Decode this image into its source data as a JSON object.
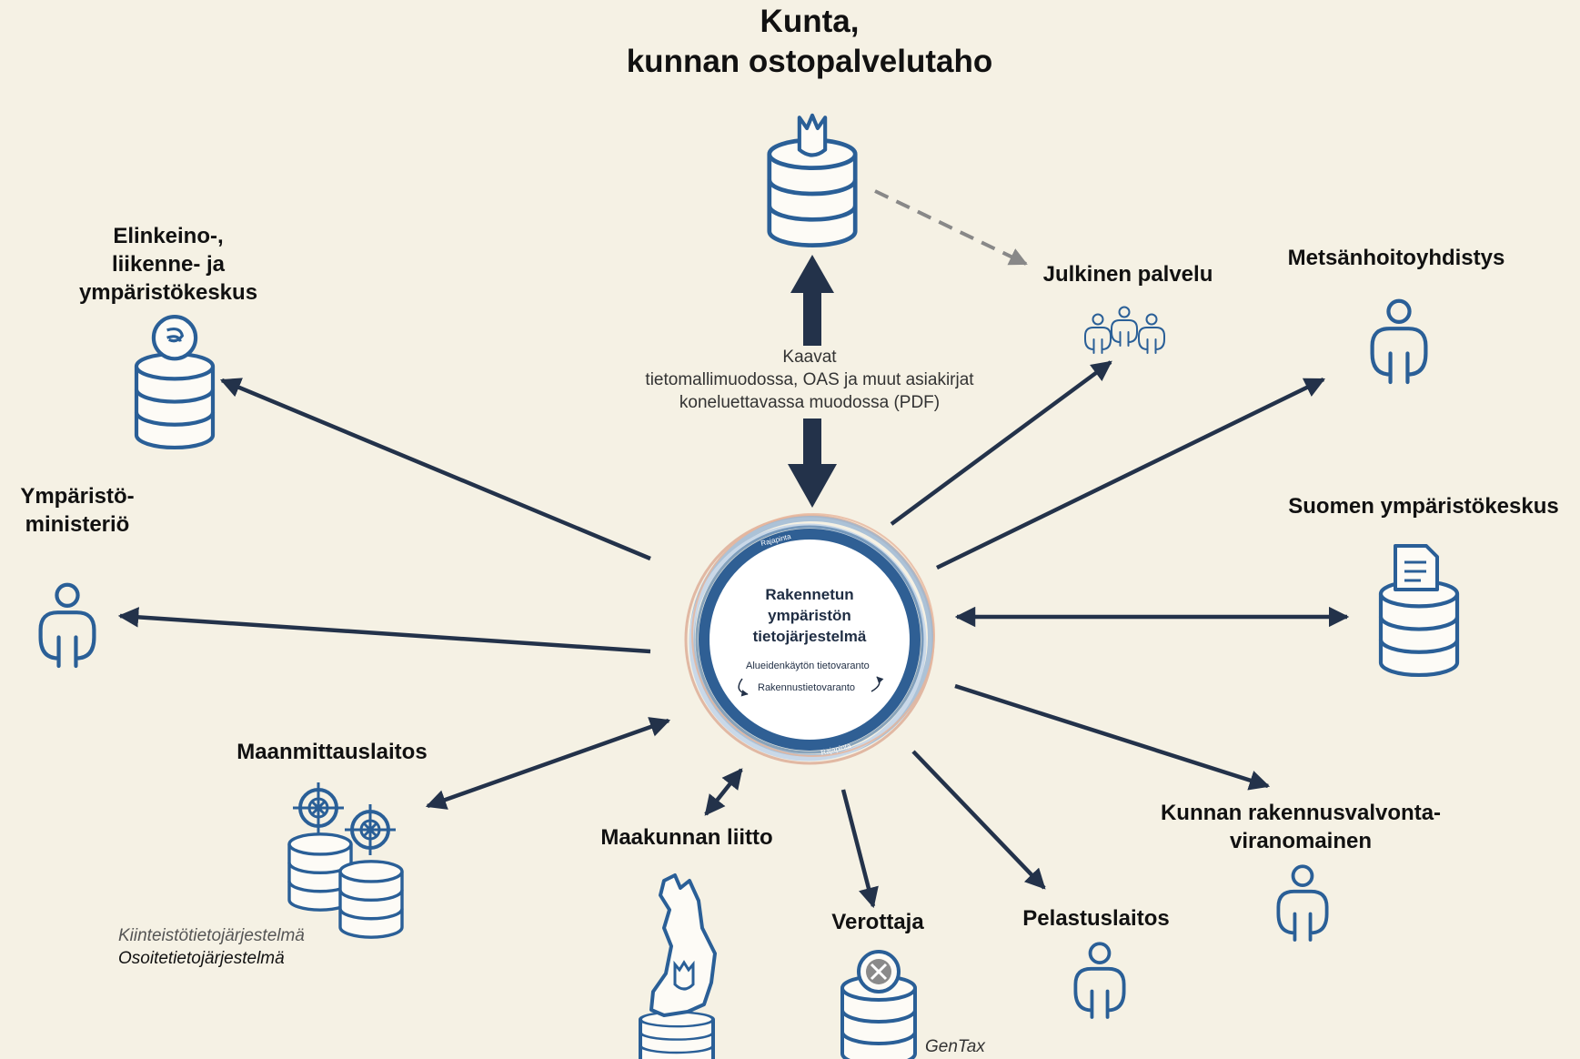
{
  "title": {
    "line1": "Kunta,",
    "line2": "kunnan ostopalvelutaho"
  },
  "center": {
    "line1": "Rakennetun",
    "line2": "ympäristön",
    "line3": "tietojärjestelmä",
    "sub1": "Alueidenkäytön tietovaranto",
    "sub2": "Rakennustietovaranto",
    "ring_top": "Rajapinta",
    "ring_bottom": "Rajapinta"
  },
  "flow_caption": {
    "line1": "Kaavat",
    "line2": "tietomallimuodossa, OAS ja muut asiakirjat",
    "line3": "koneluettavassa muodossa (PDF)"
  },
  "nodes": {
    "ely": {
      "line1": "Elinkeino-,",
      "line2": "liikenne- ja",
      "line3": "ympäristökeskus",
      "icon": "database-ely-logo-icon"
    },
    "ym": {
      "line1": "Ympäristö-",
      "line2": "ministeriö",
      "icon": "person-icon"
    },
    "mml": {
      "label": "Maanmittauslaitos",
      "note1": "Kiinteistötietojärjestelmä",
      "note2": "Osoitetietojärjestelmä",
      "icon": "database-compass-icon"
    },
    "maakunta": {
      "label": "Maakunnan liitto",
      "icon": "finland-map-database-icon"
    },
    "verottaja": {
      "label": "Verottaja",
      "note": "GenTax",
      "icon": "database-tax-icon"
    },
    "pelastus": {
      "label": "Pelastuslaitos",
      "icon": "person-icon"
    },
    "rakennusvalvonta": {
      "line1": "Kunnan rakennusvalvonta-",
      "line2": "viranomainen",
      "icon": "person-icon"
    },
    "syke": {
      "label": "Suomen ympäristökeskus",
      "icon": "database-document-icon"
    },
    "mhy": {
      "label": "Metsänhoitoyhdistys",
      "icon": "person-icon"
    },
    "julkinen": {
      "label": "Julkinen palvelu",
      "icon": "people-group-icon"
    }
  },
  "colors": {
    "background": "#f5f1e4",
    "arrow": "#23324a",
    "icon": "#2a5f97",
    "dashed": "#888888"
  }
}
